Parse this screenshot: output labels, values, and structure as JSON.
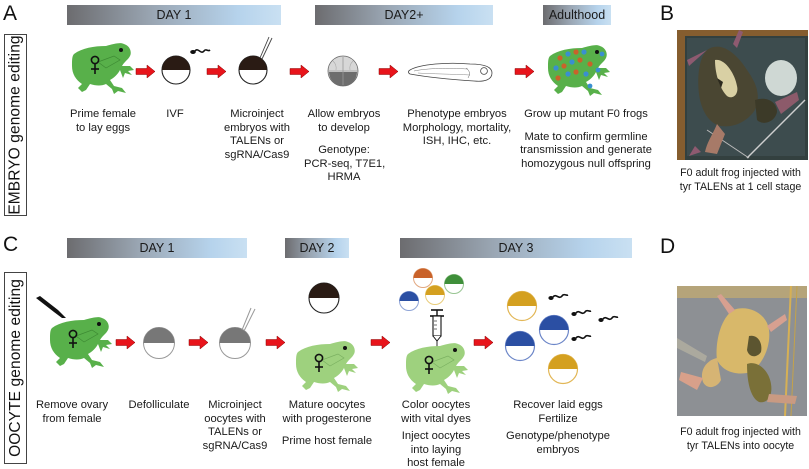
{
  "panels": {
    "A": {
      "letter": "A",
      "side_label": "EMBRYO genome editing",
      "timeline": [
        {
          "label": "DAY 1"
        },
        {
          "label": "DAY2+"
        },
        {
          "label": "Adulthood"
        }
      ],
      "steps": [
        {
          "icon": "female-frog-icon",
          "lines": [
            "Prime female",
            "to lay eggs"
          ]
        },
        {
          "icon": "egg-with-sperm-icon",
          "lines": [
            "IVF"
          ]
        },
        {
          "icon": "microinjected-embryo-icon",
          "lines": [
            "Microinject",
            "embryos with",
            "TALENs or",
            "sgRNA/Cas9"
          ]
        },
        {
          "icon": "cleaving-embryo-icon",
          "lines": [
            "Allow embryos",
            "to develop"
          ],
          "extra_lines": [
            "Genotype:",
            "PCR-seq, T7E1,",
            "HRMA"
          ]
        },
        {
          "icon": "tadpole-icon",
          "lines": [
            "Phenotype embryos",
            "Morphology, mortality,",
            "ISH, IHC, etc."
          ]
        },
        {
          "icon": "mosaic-mutant-frog-icon",
          "lines": [
            "Grow up mutant F0 frogs"
          ],
          "extra_lines": [
            "Mate to confirm germline",
            "transmission and generate",
            "homozygous null offspring"
          ]
        }
      ]
    },
    "B": {
      "letter": "B",
      "photo": "F0 adult frog photo (dark pigmented, mosaic albino patches)",
      "caption_lines": [
        "F0 adult frog injected with",
        "tyr TALENs at 1 cell stage"
      ]
    },
    "C": {
      "letter": "C",
      "side_label": "OOCYTE genome editing",
      "timeline": [
        {
          "label": "DAY 1"
        },
        {
          "label": "DAY 2"
        },
        {
          "label": "DAY 3"
        }
      ],
      "steps": [
        {
          "icon": "frog-with-scalpel-icon",
          "lines": [
            "Remove ovary",
            "from female"
          ]
        },
        {
          "icon": "oocyte-icon",
          "lines": [
            "Defolliculate"
          ]
        },
        {
          "icon": "microinjected-oocyte-icon",
          "lines": [
            "Microinject",
            "oocytes with",
            "TALENs or",
            "sgRNA/Cas9"
          ]
        },
        {
          "icon": "mature-oocyte-host-frog-icon",
          "lines": [
            "Mature oocytes",
            "with progesterone"
          ],
          "extra_lines": [
            "Prime host female"
          ]
        },
        {
          "icon": "dyed-oocytes-syringe-frog-icon",
          "lines": [
            "Color oocytes",
            "with vital dyes"
          ],
          "extra_lines": [
            "Inject oocytes",
            "into laying",
            "host female"
          ]
        },
        {
          "icon": "colored-eggs-sperm-icon",
          "lines": [
            "Recover laid eggs",
            "Fertilize"
          ],
          "extra_lines": [
            "Genotype/phenotype",
            "embryos"
          ]
        }
      ]
    },
    "D": {
      "letter": "D",
      "photo": "F0 adult frog photo (mostly albino with pigmented patch)",
      "caption_lines": [
        "F0 adult frog injected with",
        "tyr TALENs into oocyte"
      ]
    }
  },
  "colors": {
    "frog_green": "#58b04a",
    "host_frog_green": "#9ed17e",
    "arrow_red": "#e8141b",
    "dye_orange": "#c9622a",
    "dye_green": "#3f8f3a",
    "dye_yellow": "#d4a020",
    "dye_blue": "#2b4fa3"
  }
}
